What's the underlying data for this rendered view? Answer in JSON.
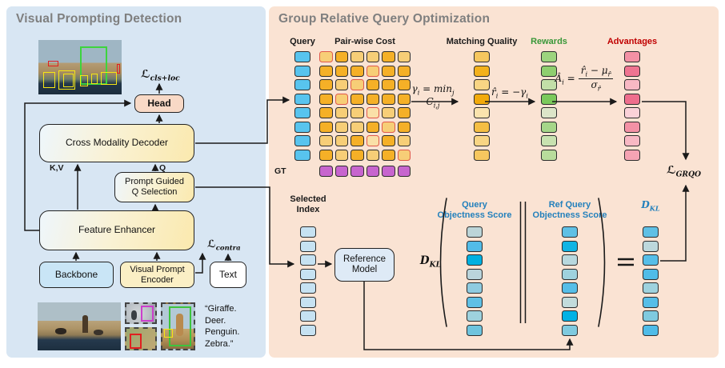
{
  "left": {
    "title": "Visual Prompting Detection",
    "head": "Head",
    "cmd": "Cross Modality Decoder",
    "pgqs1": "Prompt Guided",
    "pgqs2": "Q Selection",
    "fe": "Feature Enhancer",
    "backbone": "Backbone",
    "vpe1": "Visual Prompt",
    "vpe2": "Encoder",
    "text_box": "Text",
    "kv": "K,V",
    "q": "Q",
    "loss_cls": {
      "main": "ℒ",
      "sub": "cls+loc"
    },
    "loss_contra": {
      "main": "ℒ",
      "sub": "contra"
    },
    "prompt_lines": [
      "“Giraffe.",
      "Deer.",
      "Penguin.",
      "Zebra.”"
    ]
  },
  "right": {
    "title": "Group Relative Query Optimization",
    "h_query": "Query",
    "h_cost": "Pair-wise Cost",
    "h_match": "Matching Quality",
    "h_rewards": "Rewards",
    "h_adv": "Advantages",
    "gt": "GT",
    "sel1": "Selected",
    "sel2": "Index",
    "refmodel1": "Reference",
    "refmodel2": "Model",
    "qos1": "Query",
    "qos2": "Objectness Score",
    "rqos1": "Ref Query",
    "rqos2": "Objectness Score",
    "dkl_op": {
      "main": "D",
      "sub": "KL"
    },
    "dkl_col": {
      "main": "D",
      "sub": "KL"
    },
    "loss_grqo": {
      "main": "ℒ",
      "sub": "GRQO"
    },
    "f1": {
      "a": "γ",
      "b": "i",
      "c": " = min",
      "d": "j",
      "e": " C",
      "f": "i,j"
    },
    "f2": {
      "a": "r̂",
      "b": "i",
      "c": " = −γ",
      "d": "i"
    },
    "f3": {
      "a": "Â",
      "b": "i",
      "c": " =",
      "n1": "r̂",
      "n1s": "i",
      "n2": " − μ",
      "n2s": "r̂",
      "d1": "σ",
      "d1s": "r̂"
    }
  },
  "columns": {
    "query": [
      "#58C4EE",
      "#58C4EE",
      "#58C4EE",
      "#58C4EE",
      "#58C4EE",
      "#58C4EE",
      "#58C4EE",
      "#58C4EE"
    ],
    "gt": [
      "#C765CE",
      "#C765CE",
      "#C765CE",
      "#C765CE",
      "#C765CE",
      "#C765CE"
    ],
    "matching": [
      "#F6C75F",
      "#F3B11C",
      "#F8D584",
      "#F2AA0B",
      "#FAE3AD",
      "#F5BE43",
      "#F8D584",
      "#F6C75F"
    ],
    "rewards": [
      "#9CD47E",
      "#8FCF6F",
      "#C2DFA8",
      "#7BC95B",
      "#DCE5C8",
      "#A5D689",
      "#C8E2B0",
      "#B8DC9C"
    ],
    "advantages": [
      "#F391A5",
      "#EF7491",
      "#F8B8C4",
      "#EE6E8D",
      "#FAD1D8",
      "#F391A5",
      "#F8B8C4",
      "#F5A3B3"
    ],
    "selected_index": [
      "#C6E2F2",
      "#C6E2F2",
      "#C6E2F2",
      "#C6E2F2",
      "#C6E2F2",
      "#C6E2F2",
      "#C6E2F2",
      "#C6E2F2"
    ],
    "query_objectness": [
      "#BCD5D8",
      "#52BCE8",
      "#00B0E0",
      "#BAD4DB",
      "#8FCBE0",
      "#5FC0E5",
      "#9ED2DE",
      "#6EC4DE"
    ],
    "ref_query_objectness": [
      "#5FC0E5",
      "#0FB4E4",
      "#B8D8DE",
      "#9ED2DE",
      "#56BEE8",
      "#C2DCDC",
      "#00B2E5",
      "#7FCADF"
    ],
    "dkl": [
      "#5FC0E5",
      "#BCD8DC",
      "#56BEE8",
      "#4FBCE8",
      "#9ED2DE",
      "#56BEE8",
      "#7FCADF",
      "#4FBCE8"
    ]
  },
  "cost_grid": [
    [
      "L*",
      "D",
      "L",
      "L",
      "D",
      "L"
    ],
    [
      "D",
      "D",
      "D",
      "L*",
      "D",
      "D"
    ],
    [
      "D",
      "L",
      "L*",
      "D",
      "D",
      "D"
    ],
    [
      "D",
      "L*",
      "D",
      "D",
      "D",
      "D"
    ],
    [
      "D",
      "L",
      "L",
      "LL*",
      "L",
      "D"
    ],
    [
      "D",
      "L",
      "L",
      "D",
      "L*",
      "D"
    ],
    [
      "L",
      "L",
      "D",
      "LL*",
      "D",
      "L"
    ],
    [
      "D",
      "L",
      "D",
      "L",
      "D",
      "L*"
    ]
  ],
  "cost_colors": {
    "D": "#F5B027",
    "L": "#F7CE77",
    "LL": "#FAE0A8",
    "min_border": "#E0584A"
  },
  "colors": {
    "left_bg": "#D8E6F3",
    "right_bg": "#FAE3D3",
    "rewards_label": "#389738",
    "advantages_label": "#C00000",
    "blue_label": "#2380BC"
  }
}
